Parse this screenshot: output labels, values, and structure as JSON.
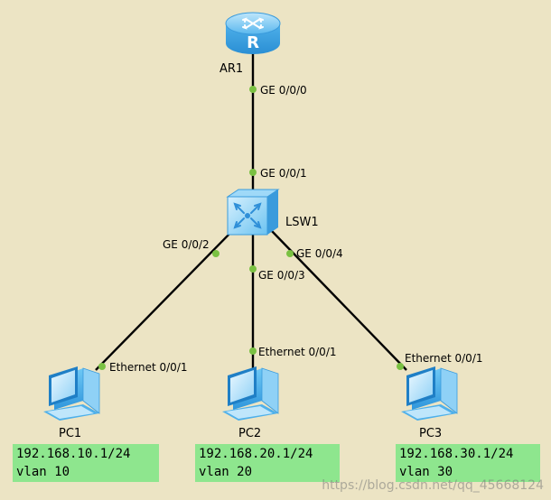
{
  "devices": {
    "router": {
      "label": "AR1",
      "icon": "router-icon"
    },
    "switch": {
      "label": "LSW1",
      "icon": "switch-icon"
    },
    "pc1": {
      "label": "PC1",
      "icon": "pc-icon"
    },
    "pc2": {
      "label": "PC2",
      "icon": "pc-icon"
    },
    "pc3": {
      "label": "PC3",
      "icon": "pc-icon"
    }
  },
  "ports": {
    "ar1_ge000": "GE 0/0/0",
    "lsw1_ge001": "GE 0/0/1",
    "lsw1_ge002": "GE 0/0/2",
    "lsw1_ge003": "GE 0/0/3",
    "lsw1_ge004": "GE 0/0/4",
    "pc1_eth": "Ethernet 0/0/1",
    "pc2_eth": "Ethernet 0/0/1",
    "pc3_eth": "Ethernet 0/0/1"
  },
  "notes": {
    "pc1": {
      "ip": "192.168.10.1/24",
      "vlan": "vlan 10"
    },
    "pc2": {
      "ip": "192.168.20.1/24",
      "vlan": "vlan 20"
    },
    "pc3": {
      "ip": "192.168.30.1/24",
      "vlan": "vlan 30"
    }
  },
  "watermark": "https://blog.csdn.net/qq_45668124",
  "colors": {
    "background": "#ece4c4",
    "link": "#000000",
    "port_dot": "#7ac142",
    "note_bg": "#8ee68e",
    "device_blue": "#5ab8ee"
  }
}
